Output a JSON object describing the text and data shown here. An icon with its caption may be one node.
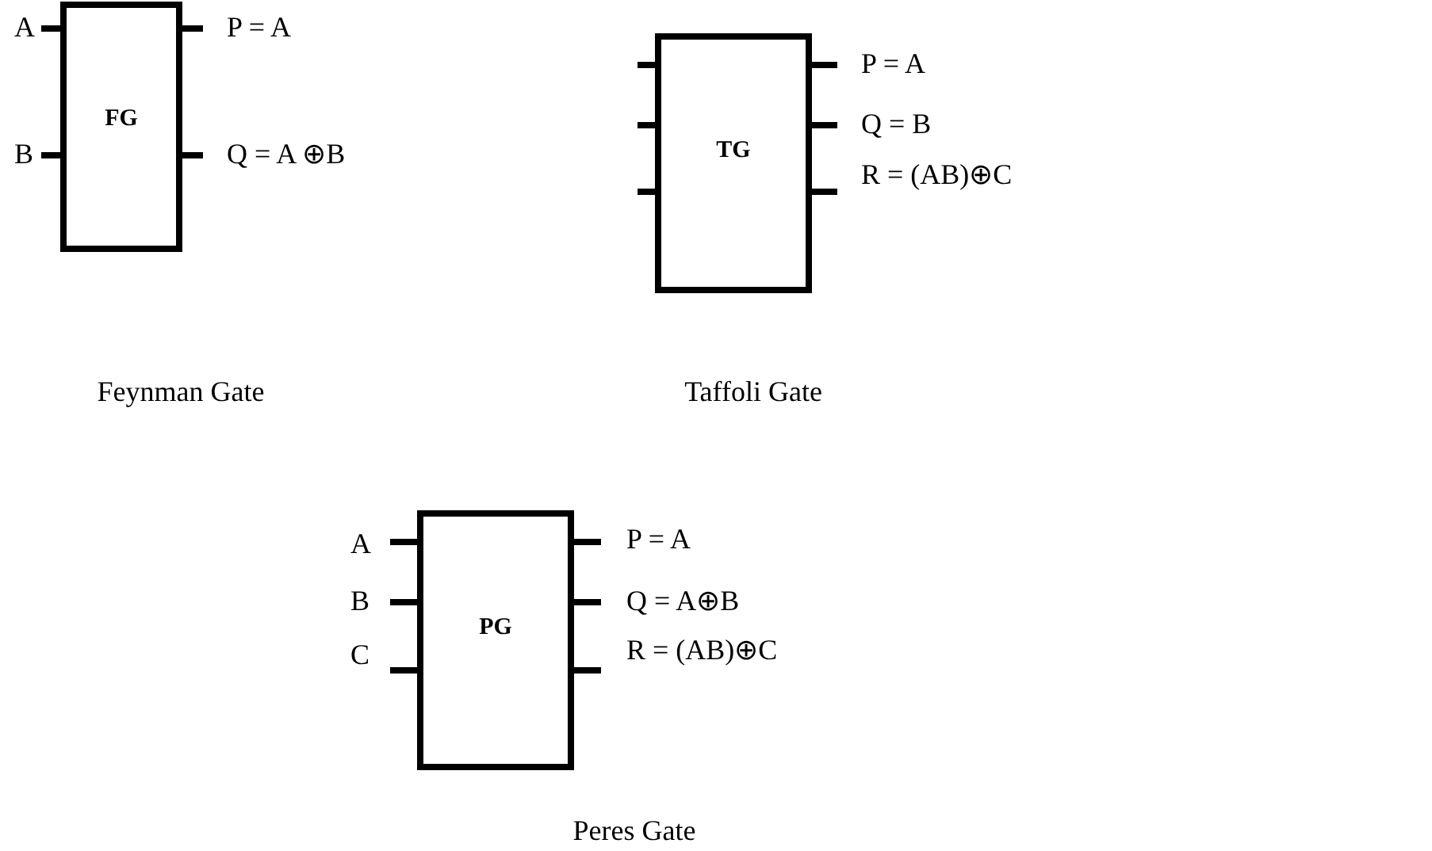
{
  "diagram": {
    "nodes": [
      {
        "text": [
          "FG"
        ]
      },
      {
        "text": [
          "A"
        ]
      },
      {
        "text": [
          "B"
        ]
      },
      {
        "text": [
          "P = A"
        ]
      },
      {
        "text": [
          "Q = A ⊕B"
        ]
      },
      {
        "text": [
          "TG"
        ]
      },
      {
        "text": [
          "P = A"
        ]
      },
      {
        "text": [
          "Q = B"
        ]
      },
      {
        "text": [
          "R = (AB)⊕C"
        ]
      },
      {
        "text": [
          "PG"
        ]
      },
      {
        "text": [
          "A"
        ]
      },
      {
        "text": [
          "B"
        ]
      },
      {
        "text": [
          "C"
        ]
      },
      {
        "text": [
          "P = A"
        ]
      },
      {
        "text": [
          "Q = A⊕B"
        ]
      },
      {
        "text": [
          "R = (AB)⊕C"
        ]
      }
    ],
    "edges": [
      {
        "from": 1,
        "to": 0,
        "arrow": "none"
      },
      {
        "from": 2,
        "to": 0,
        "arrow": "none"
      },
      {
        "from": 0,
        "to": 3,
        "arrow": "none"
      },
      {
        "from": 0,
        "to": 4,
        "arrow": "none"
      },
      {
        "from": null,
        "to": 5,
        "arrow": "none"
      },
      {
        "from": null,
        "to": 5,
        "arrow": "none"
      },
      {
        "from": null,
        "to": 5,
        "arrow": "none"
      },
      {
        "from": 5,
        "to": 6,
        "arrow": "none"
      },
      {
        "from": 5,
        "to": 7,
        "arrow": "none"
      },
      {
        "from": 5,
        "to": 8,
        "arrow": "none"
      },
      {
        "from": 10,
        "to": 9,
        "arrow": "none"
      },
      {
        "from": 11,
        "to": 9,
        "arrow": "none"
      },
      {
        "from": 12,
        "to": 9,
        "arrow": "none"
      },
      {
        "from": 9,
        "to": 13,
        "arrow": "none"
      },
      {
        "from": 9,
        "to": 14,
        "arrow": "none"
      },
      {
        "from": 9,
        "to": 15,
        "arrow": "none"
      }
    ],
    "labels": [
      "Feynman Gate",
      "Taffoli Gate",
      "Peres Gate"
    ]
  }
}
